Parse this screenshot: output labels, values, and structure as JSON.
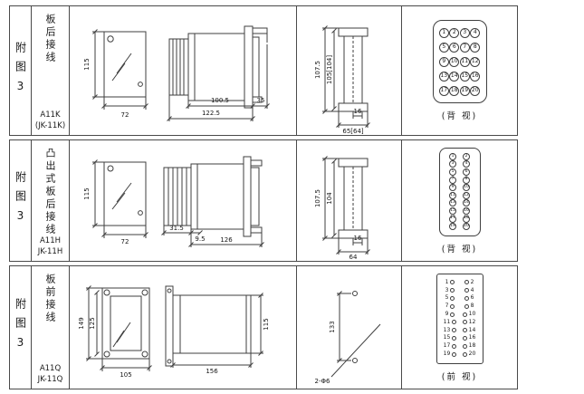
{
  "rows": [
    {
      "fig": "附图3",
      "mount": "板后接线",
      "model1": "A11K",
      "model2": "(JK-11K)",
      "front": {
        "h": "115",
        "w": "72"
      },
      "side": {
        "d1": "100.5",
        "d2": "122.5",
        "d3": "35"
      },
      "rear": {
        "v1": "107.5",
        "v2": "105[104]",
        "b1": "16",
        "b2": "65[64]"
      },
      "view": "(背 视)"
    },
    {
      "fig": "附图3",
      "mount": "凸出式板后接线",
      "model1": "A11H",
      "model2": "JK-11H",
      "front": {
        "h": "115",
        "w": "72"
      },
      "side": {
        "d1": "31.5",
        "d2": "9.5",
        "d3": "126"
      },
      "rear": {
        "v1": "107.5",
        "v2": "104",
        "b1": "16",
        "b2": "64"
      },
      "view": "(背 视)"
    },
    {
      "fig": "附图3",
      "mount": "板前接线",
      "model1": "A11Q",
      "model2": "JK-11Q",
      "front": {
        "v1": "149",
        "v2": "125",
        "w": "105"
      },
      "side": {
        "w": "156",
        "h": "115"
      },
      "drill": {
        "v": "133",
        "hole": "2-Φ6"
      },
      "view": "(前 视)"
    }
  ],
  "terminals": [
    "1",
    "2",
    "3",
    "4",
    "5",
    "6",
    "7",
    "8",
    "9",
    "10",
    "11",
    "12",
    "13",
    "14",
    "15",
    "16",
    "17",
    "18",
    "19",
    "20"
  ]
}
